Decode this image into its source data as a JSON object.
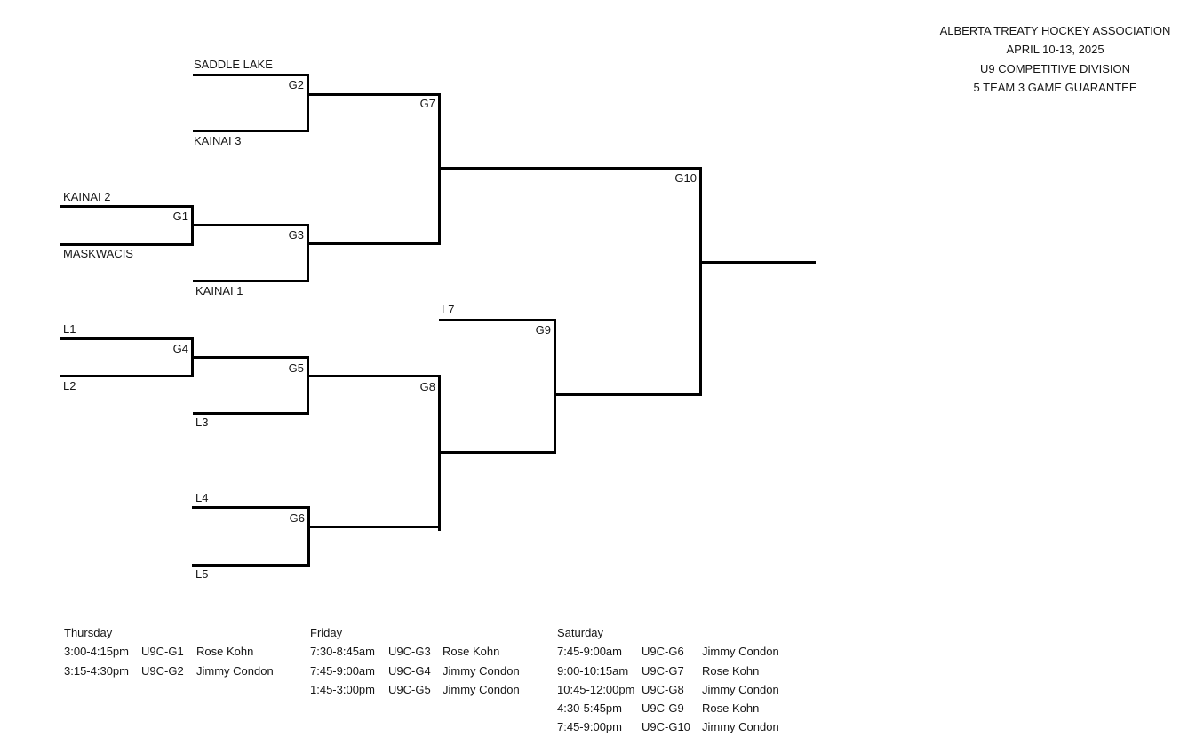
{
  "colors": {
    "background": "#ffffff",
    "line": "#000000",
    "text": "#161616"
  },
  "header": {
    "lines": [
      "ALBERTA TREATY HOCKEY ASSOCIATION",
      "APRIL 10-13, 2025",
      "U9 COMPETITIVE DIVISION",
      "5 TEAM 3 GAME GUARANTEE"
    ]
  },
  "bracket": {
    "slots": {
      "saddle_lake": "SADDLE LAKE",
      "kainai_3": "KAINAI 3",
      "kainai_2": "KAINAI 2",
      "maskwacis": "MASKWACIS",
      "kainai_1": "KAINAI 1",
      "l1": "L1",
      "l2": "L2",
      "l3": "L3",
      "l4": "L4",
      "l5": "L5",
      "l7": "L7"
    },
    "games": {
      "g1": "G1",
      "g2": "G2",
      "g3": "G3",
      "g4": "G4",
      "g5": "G5",
      "g6": "G6",
      "g7": "G7",
      "g8": "G8",
      "g9": "G9",
      "g10": "G10"
    }
  },
  "schedule": {
    "days": [
      {
        "name": "Thursday",
        "rows": [
          {
            "time": "3:00-4:15pm",
            "game": "U9C-G1",
            "official": "Rose Kohn"
          },
          {
            "time": "3:15-4:30pm",
            "game": "U9C-G2",
            "official": "Jimmy Condon"
          }
        ]
      },
      {
        "name": "Friday",
        "rows": [
          {
            "time": "7:30-8:45am",
            "game": "U9C-G3",
            "official": "Rose Kohn"
          },
          {
            "time": "7:45-9:00am",
            "game": "U9C-G4",
            "official": "Jimmy Condon"
          },
          {
            "time": "1:45-3:00pm",
            "game": "U9C-G5",
            "official": "Jimmy Condon"
          }
        ]
      },
      {
        "name": "Saturday",
        "rows": [
          {
            "time": "7:45-9:00am",
            "game": "U9C-G6",
            "official": "Jimmy Condon"
          },
          {
            "time": "9:00-10:15am",
            "game": "U9C-G7",
            "official": "Rose Kohn"
          },
          {
            "time": "10:45-12:00pm",
            "game": "U9C-G8",
            "official": "Jimmy Condon"
          },
          {
            "time": "4:30-5:45pm",
            "game": "U9C-G9",
            "official": "Rose Kohn"
          },
          {
            "time": "7:45-9:00pm",
            "game": "U9C-G10",
            "official": "Jimmy Condon"
          }
        ]
      }
    ]
  }
}
